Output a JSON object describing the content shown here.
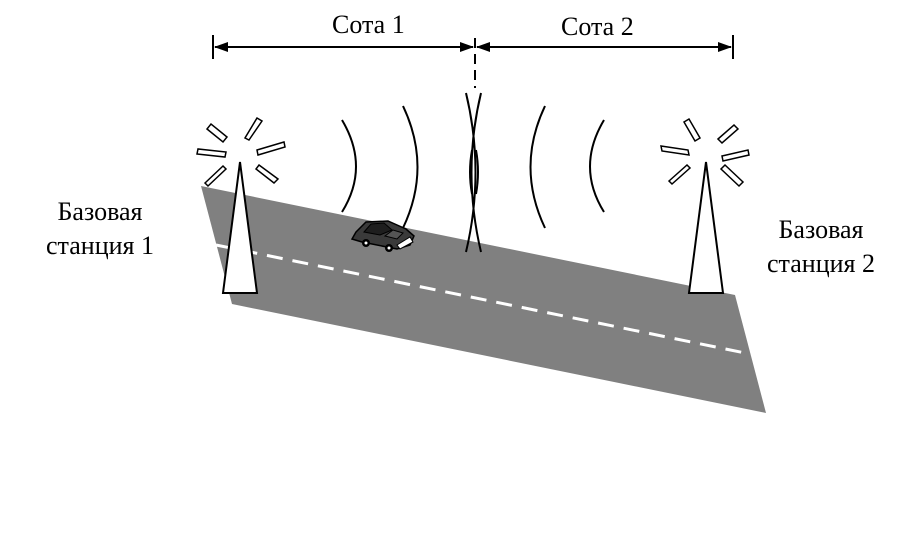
{
  "cells": [
    {
      "label": "Сота 1"
    },
    {
      "label": "Сота 2"
    }
  ],
  "stations": [
    {
      "line1": "Базовая",
      "line2": "станция 1"
    },
    {
      "line1": "Базовая",
      "line2": "станция 2"
    }
  ],
  "colors": {
    "road": "#808080",
    "lane_marking": "#ffffff",
    "lines": "#000000",
    "tower_fill": "#ffffff"
  }
}
